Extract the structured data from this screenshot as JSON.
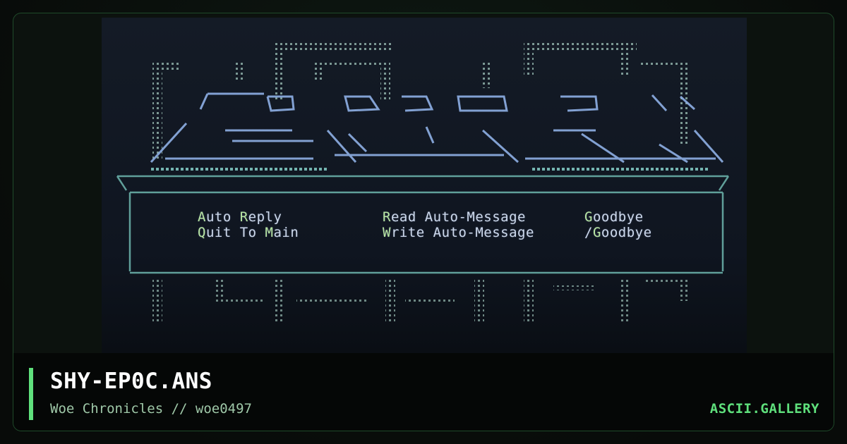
{
  "artwork": {
    "menu": [
      {
        "hot": "A",
        "rest": "uto ",
        "hot2": "R",
        "rest2": "eply"
      },
      {
        "hot": "Q",
        "rest": "uit To ",
        "hot2": "M",
        "rest2": "ain"
      },
      {
        "hot": "R",
        "rest": "ead Auto-Message",
        "hot2": "",
        "rest2": ""
      },
      {
        "hot": "W",
        "rest": "rite Auto-Message",
        "hot2": "",
        "rest2": ""
      },
      {
        "hot": "G",
        "rest": "oodbye",
        "hot2": "",
        "rest2": ""
      },
      {
        "hot": "/",
        "rest": "",
        "hot2": "G",
        "rest2": "oodbye"
      }
    ]
  },
  "footer": {
    "title": "SHY-EP0C.ANS",
    "subtitle": "Woe Chronicles // woe0497",
    "brand": "ASCII.GALLERY"
  },
  "colors": {
    "accent": "#5fe07c",
    "background": "#0b0f0c",
    "art_background": "#141b26",
    "menu_text": "#cdd9ec",
    "menu_hotkey": "#b8e6a3"
  }
}
